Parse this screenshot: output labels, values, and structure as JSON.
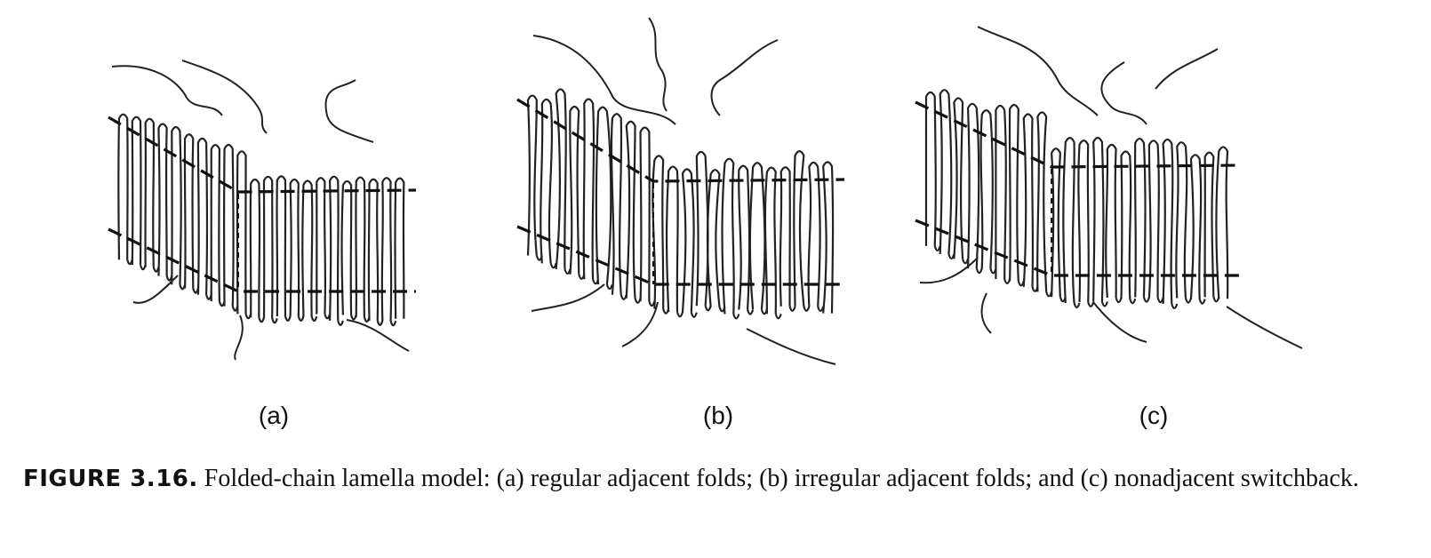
{
  "panels": [
    {
      "label": "(a)",
      "name": "regular-adjacent-folds"
    },
    {
      "label": "(b)",
      "name": "irregular-adjacent-folds"
    },
    {
      "label": "(c)",
      "name": "nonadjacent-switchback"
    }
  ],
  "caption": {
    "label": "FIGURE 3.16.",
    "text": " Folded-chain lamella model: (a) regular adjacent folds; (b) irregular adjacent folds; and (c) nonadjacent switchback."
  }
}
